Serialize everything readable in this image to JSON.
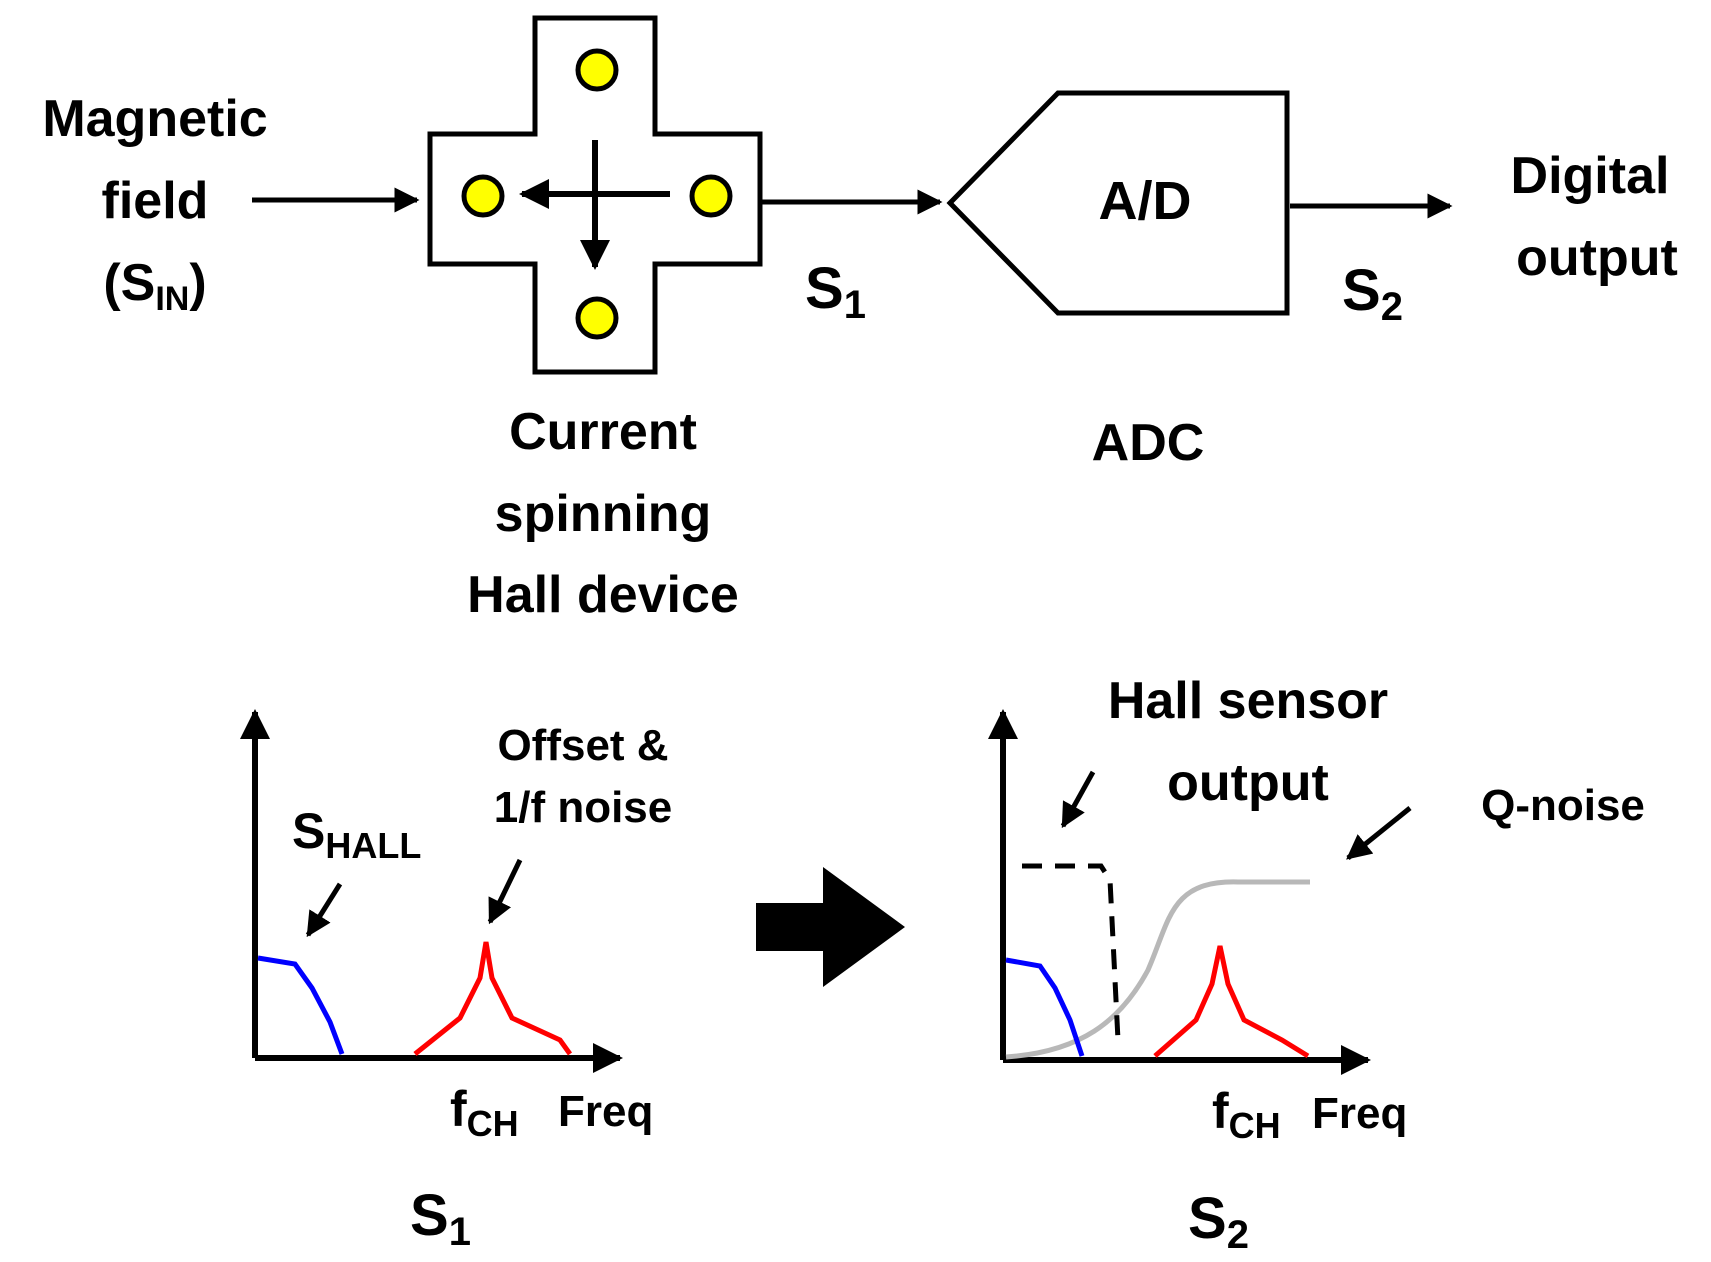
{
  "colors": {
    "stroke": "#000000",
    "contact_fill": "#ffff00",
    "hall_signal": "#0000ff",
    "offset_noise": "#ff0000",
    "q_noise": "#b8b8b8"
  },
  "top": {
    "input_label": {
      "line1": "Magnetic",
      "line2": "field",
      "open": "(S",
      "sub": "IN",
      "close": ")"
    },
    "hall_device_caption": [
      "Current",
      "spinning",
      "Hall device"
    ],
    "s1_label": {
      "main": "S",
      "sub": "1"
    },
    "adc_text": "A/D",
    "adc_caption": "ADC",
    "s2_label": {
      "main": "S",
      "sub": "2"
    },
    "output_label": {
      "line1": "Digital",
      "line2": "output"
    }
  },
  "left_plot": {
    "shall_label": {
      "main": "S",
      "sub": "HALL"
    },
    "offset_label": [
      "Offset &",
      "1/f noise"
    ],
    "fch_label": {
      "main": "f",
      "sub": "CH"
    },
    "freq_label": "Freq",
    "caption": {
      "main": "S",
      "sub": "1"
    }
  },
  "right_plot": {
    "sensor_label": [
      "Hall sensor",
      "output"
    ],
    "qnoise_label": "Q-noise",
    "fch_label": {
      "main": "f",
      "sub": "CH"
    },
    "freq_label": "Freq",
    "caption": {
      "main": "S",
      "sub": "2"
    }
  }
}
